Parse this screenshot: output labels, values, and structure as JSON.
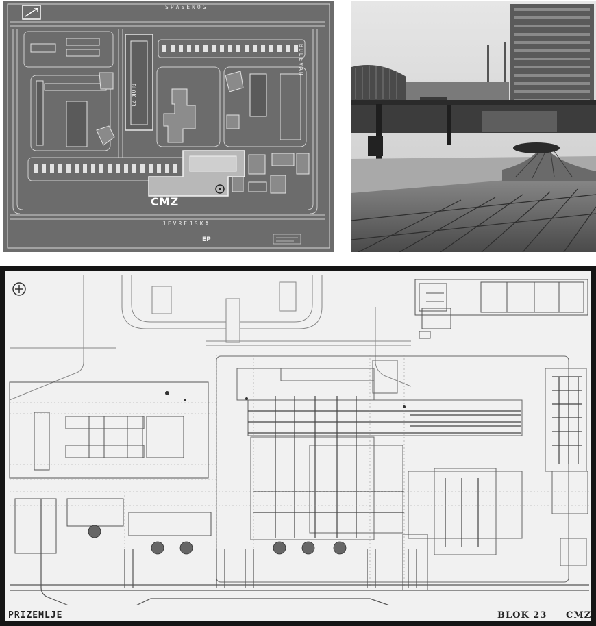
{
  "site_plan": {
    "area_label": "CMZ",
    "street_top": "SPASENOG",
    "street_bottom": "JEVREJSKA",
    "street_right": "BULEVAR",
    "block_tag": "BLOK 23",
    "plan_number": "EP"
  },
  "floor_plan": {
    "title_left": "PRIZEMLJE",
    "title_block": "BLOK 23",
    "title_right": "CMZ"
  }
}
